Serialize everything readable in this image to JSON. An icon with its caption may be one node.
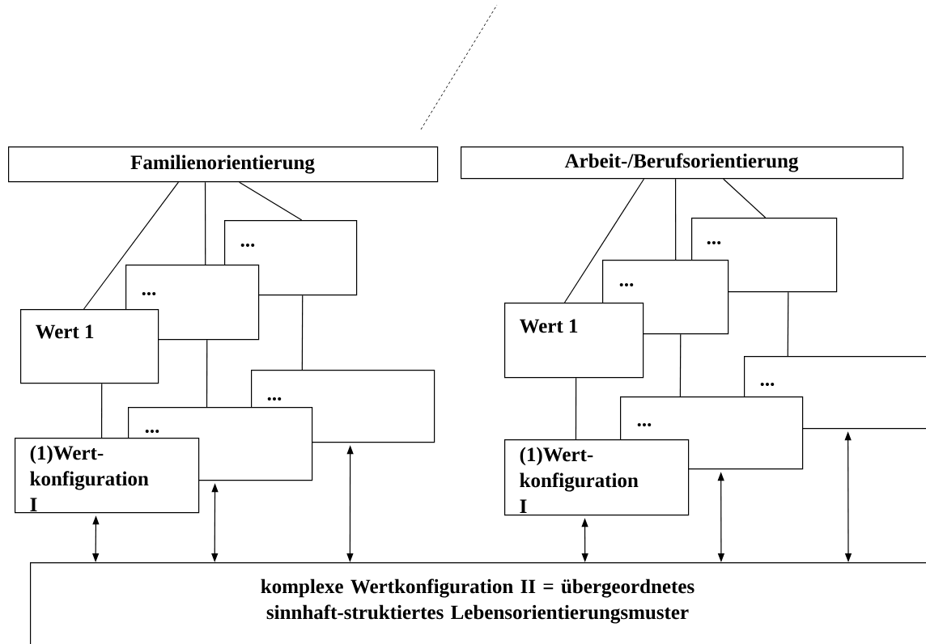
{
  "diagram": {
    "nodes": [
      {
        "text": [
          "Familienorientierung"
        ]
      },
      {
        "text": [
          "..."
        ]
      },
      {
        "text": [
          "..."
        ]
      },
      {
        "text": [
          "Wert 1"
        ]
      },
      {
        "text": [
          "..."
        ]
      },
      {
        "text": [
          "..."
        ]
      },
      {
        "text": [
          "(1)Wert- konfiguration I"
        ]
      },
      {
        "text": [
          "Arbeit-/Berufsorientierung"
        ]
      },
      {
        "text": [
          "..."
        ]
      },
      {
        "text": [
          "..."
        ]
      },
      {
        "text": [
          "Wert 1"
        ]
      },
      {
        "text": [
          "..."
        ]
      },
      {
        "text": [
          "..."
        ]
      },
      {
        "text": [
          "(1)Wert- konfiguration I"
        ]
      },
      {
        "text": [
          "komplexe Wertkonfiguration II = übergeordnetes sinnhaft-struktiertes Lebensorientierungsmuster"
        ]
      }
    ],
    "edges": [
      {
        "from": 0,
        "to": 3,
        "arrow": "none"
      },
      {
        "from": 0,
        "to": 2,
        "arrow": "none"
      },
      {
        "from": 0,
        "to": 1,
        "arrow": "none"
      },
      {
        "from": 3,
        "to": 6,
        "arrow": "none"
      },
      {
        "from": 2,
        "to": 5,
        "arrow": "none"
      },
      {
        "from": 1,
        "to": 4,
        "arrow": "none"
      },
      {
        "from": 7,
        "to": 10,
        "arrow": "none"
      },
      {
        "from": 7,
        "to": 9,
        "arrow": "none"
      },
      {
        "from": 7,
        "to": 8,
        "arrow": "none"
      },
      {
        "from": 10,
        "to": 13,
        "arrow": "none"
      },
      {
        "from": 9,
        "to": 12,
        "arrow": "none"
      },
      {
        "from": 8,
        "to": 11,
        "arrow": "none"
      },
      {
        "from": 6,
        "to": 14,
        "arrow": "both"
      },
      {
        "from": 5,
        "to": 14,
        "arrow": "both"
      },
      {
        "from": 4,
        "to": 14,
        "arrow": "both"
      },
      {
        "from": 13,
        "to": 14,
        "arrow": "both"
      },
      {
        "from": 12,
        "to": 14,
        "arrow": "both"
      },
      {
        "from": 11,
        "to": 14,
        "arrow": "both"
      }
    ]
  }
}
